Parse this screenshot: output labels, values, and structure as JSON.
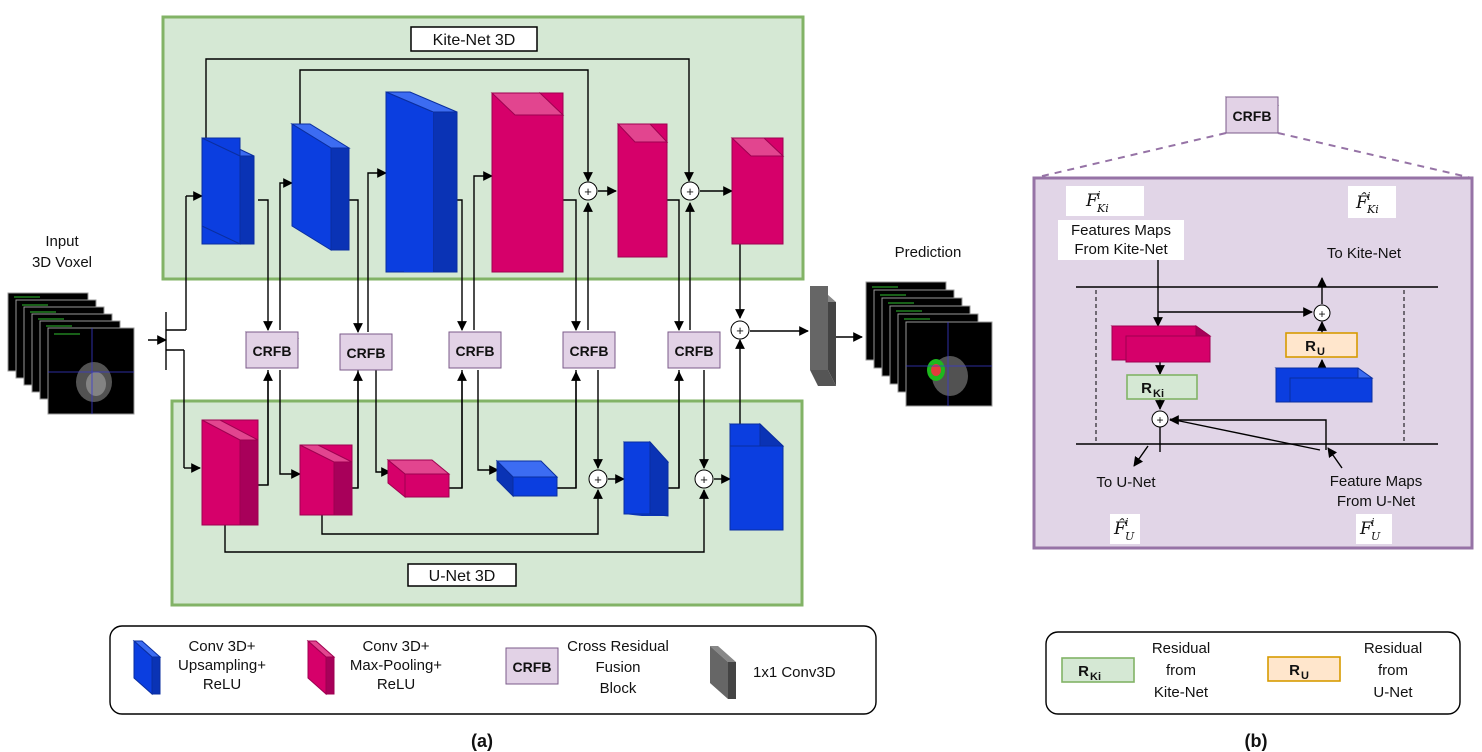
{
  "panel_a": {
    "kite_title": "Kite-Net 3D",
    "unet_title": "U-Net 3D",
    "input_label_1": "Input",
    "input_label_2": "3D Voxel",
    "prediction_label": "Prediction",
    "crfb_label": "CRFB",
    "plus": "+",
    "caption": "(a)"
  },
  "panel_b": {
    "crfb_label": "CRFB",
    "f_ki": "F",
    "f_ki_sup": "i",
    "f_ki_sub": "Ki",
    "fhat_ki": "F̂",
    "fhat_ki_sup": "i",
    "fhat_ki_sub": "Ki",
    "features_from_kite_1": "Features Maps",
    "features_from_kite_2": "From Kite-Net",
    "to_kite": "To Kite-Net",
    "r_ki": "R",
    "r_ki_sub": "Ki",
    "r_u": "R",
    "r_u_sub": "U",
    "to_unet": "To U-Net",
    "features_from_unet_1": "Feature Maps",
    "features_from_unet_2": "From U-Net",
    "fhat_u": "F̂",
    "fhat_u_sup": "i",
    "fhat_u_sub": "U",
    "f_u": "F",
    "f_u_sup": "i",
    "f_u_sub": "U",
    "caption": "(b)"
  },
  "legend_a": {
    "blue_1": "Conv 3D+",
    "blue_2": "Upsampling+",
    "blue_3": "ReLU",
    "pink_1": "Conv 3D+",
    "pink_2": "Max-Pooling+",
    "pink_3": "ReLU",
    "crfb_box": "CRFB",
    "crfb_1": "Cross Residual",
    "crfb_2": "Fusion",
    "crfb_3": "Block",
    "gray_1": "1x1 Conv3D"
  },
  "legend_b": {
    "rki": "R",
    "rki_sub": "Ki",
    "rki_1": "Residual",
    "rki_2": "from",
    "rki_3": "Kite-Net",
    "ru": "R",
    "ru_sub": "U",
    "ru_1": "Residual",
    "ru_2": "from",
    "ru_3": "U-Net"
  },
  "colors": {
    "conv_upsample": "#0b3ee0",
    "conv_maxpool": "#d6006a",
    "crfb": "#e2d2e6",
    "conv1x1": "#666666",
    "kite_region": "#d5e8d4",
    "region_border": "#82b366",
    "crfb_detail_bg": "#e1d5e7",
    "crfb_detail_border": "#9673a6",
    "r_ki_fill": "#d5e8d4",
    "r_u_fill": "#ffe6cc",
    "r_u_border": "#d79b00"
  }
}
